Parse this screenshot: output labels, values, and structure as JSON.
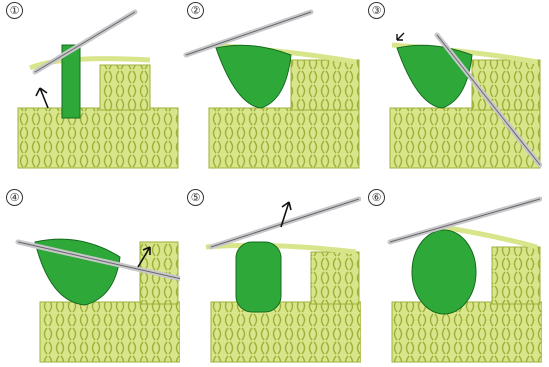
{
  "steps": [
    {
      "label": "①"
    },
    {
      "label": "②"
    },
    {
      "label": "③"
    },
    {
      "label": "④"
    },
    {
      "label": "⑤"
    },
    {
      "label": "⑥"
    }
  ],
  "colors": {
    "fabric": "#d9e58a",
    "fabric_dark": "#9eb03a",
    "stitch": "#2fa83a",
    "stitch_dark": "#146b1e",
    "hook": "#c8c8cc",
    "arrow": "#111111"
  }
}
